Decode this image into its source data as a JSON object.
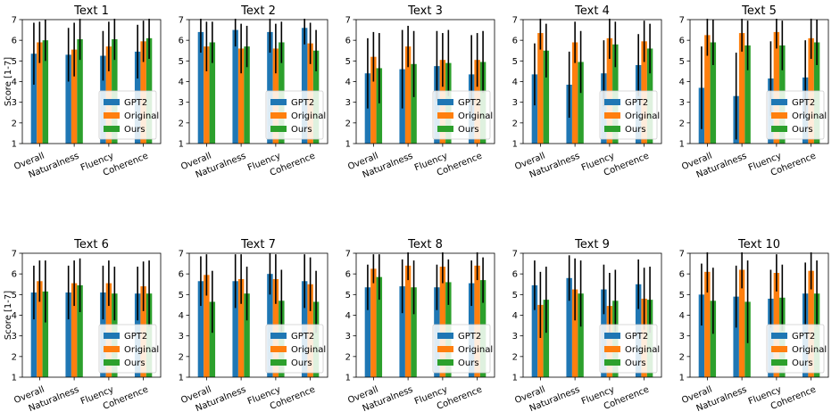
{
  "colors": {
    "GPT2": "#1f77b4",
    "Original": "#ff7f0e",
    "Ours": "#2ca02c",
    "error_bar": "#000000"
  },
  "figure": {
    "ylabel": "Score [1-7]",
    "legend_labels": [
      "GPT2",
      "Original",
      "Ours"
    ],
    "legend_position": "lower-right"
  },
  "chart_data": [
    {
      "type": "bar",
      "title": "Text 1",
      "categories": [
        "Overall",
        "Naturalness",
        "Fluency",
        "Coherence"
      ],
      "ylim": [
        1,
        7
      ],
      "yticks": [
        1,
        2,
        3,
        4,
        5,
        6,
        7
      ],
      "ylabel": "Score [1-7]",
      "series": [
        {
          "name": "GPT2",
          "values": [
            5.35,
            5.3,
            5.25,
            5.45
          ],
          "errors": [
            1.5,
            1.3,
            1.2,
            1.3
          ]
        },
        {
          "name": "Original",
          "values": [
            5.9,
            5.55,
            5.7,
            5.95
          ],
          "errors": [
            1.0,
            1.3,
            1.2,
            1.0
          ]
        },
        {
          "name": "Ours",
          "values": [
            6.0,
            6.05,
            6.05,
            6.1
          ],
          "errors": [
            1.0,
            1.0,
            1.0,
            1.0
          ]
        }
      ]
    },
    {
      "type": "bar",
      "title": "Text 2",
      "categories": [
        "Overall",
        "Naturalness",
        "Fluency",
        "Coherence"
      ],
      "ylim": [
        1,
        7
      ],
      "yticks": [
        1,
        2,
        3,
        4,
        5,
        6,
        7
      ],
      "series": [
        {
          "name": "GPT2",
          "values": [
            6.4,
            6.5,
            6.4,
            6.6
          ],
          "errors": [
            1.0,
            0.8,
            1.0,
            0.8
          ]
        },
        {
          "name": "Original",
          "values": [
            5.7,
            5.6,
            5.6,
            5.85
          ],
          "errors": [
            1.2,
            1.2,
            1.2,
            1.0
          ]
        },
        {
          "name": "Ours",
          "values": [
            5.9,
            5.7,
            5.9,
            5.5
          ],
          "errors": [
            1.0,
            1.0,
            1.0,
            1.0
          ]
        }
      ]
    },
    {
      "type": "bar",
      "title": "Text 3",
      "categories": [
        "Overall",
        "Naturalness",
        "Fluency",
        "Coherence"
      ],
      "ylim": [
        1,
        7
      ],
      "yticks": [
        1,
        2,
        3,
        4,
        5,
        6,
        7
      ],
      "series": [
        {
          "name": "GPT2",
          "values": [
            4.4,
            4.6,
            4.75,
            4.35
          ],
          "errors": [
            1.7,
            1.9,
            1.7,
            1.9
          ]
        },
        {
          "name": "Original",
          "values": [
            5.2,
            5.7,
            5.05,
            5.05
          ],
          "errors": [
            1.2,
            1.0,
            1.3,
            1.3
          ]
        },
        {
          "name": "Ours",
          "values": [
            4.65,
            4.85,
            4.9,
            4.95
          ],
          "errors": [
            1.7,
            1.6,
            1.6,
            1.5
          ]
        }
      ]
    },
    {
      "type": "bar",
      "title": "Text 4",
      "categories": [
        "Overall",
        "Naturalness",
        "Fluency",
        "Coherence"
      ],
      "ylim": [
        1,
        7
      ],
      "yticks": [
        1,
        2,
        3,
        4,
        5,
        6,
        7
      ],
      "series": [
        {
          "name": "GPT2",
          "values": [
            4.35,
            3.85,
            4.4,
            4.8
          ],
          "errors": [
            1.5,
            1.6,
            1.6,
            1.5
          ]
        },
        {
          "name": "Original",
          "values": [
            6.35,
            5.9,
            6.1,
            5.95
          ],
          "errors": [
            0.8,
            1.0,
            1.0,
            1.0
          ]
        },
        {
          "name": "Ours",
          "values": [
            5.5,
            4.95,
            5.8,
            5.6
          ],
          "errors": [
            1.3,
            1.5,
            1.1,
            1.2
          ]
        }
      ]
    },
    {
      "type": "bar",
      "title": "Text 5",
      "categories": [
        "Overall",
        "Naturalness",
        "Fluency",
        "Coherence"
      ],
      "ylim": [
        1,
        7
      ],
      "yticks": [
        1,
        2,
        3,
        4,
        5,
        6,
        7
      ],
      "series": [
        {
          "name": "GPT2",
          "values": [
            3.7,
            3.3,
            4.15,
            4.2
          ],
          "errors": [
            2.0,
            2.1,
            1.8,
            1.8
          ]
        },
        {
          "name": "Original",
          "values": [
            6.25,
            6.35,
            6.4,
            6.1
          ],
          "errors": [
            1.0,
            0.9,
            0.8,
            1.0
          ]
        },
        {
          "name": "Ours",
          "values": [
            5.9,
            5.75,
            5.75,
            5.9
          ],
          "errors": [
            1.1,
            1.2,
            1.2,
            1.1
          ]
        }
      ]
    },
    {
      "type": "bar",
      "title": "Text 6",
      "categories": [
        "Overall",
        "Naturalness",
        "Fluency",
        "Coherence"
      ],
      "ylim": [
        1,
        7
      ],
      "yticks": [
        1,
        2,
        3,
        4,
        5,
        6,
        7
      ],
      "ylabel": "Score [1-7]",
      "series": [
        {
          "name": "GPT2",
          "values": [
            5.1,
            5.1,
            5.1,
            5.05
          ],
          "errors": [
            1.3,
            1.3,
            1.3,
            1.3
          ]
        },
        {
          "name": "Original",
          "values": [
            5.65,
            5.55,
            5.55,
            5.4
          ],
          "errors": [
            1.0,
            1.1,
            1.1,
            1.2
          ]
        },
        {
          "name": "Ours",
          "values": [
            5.15,
            5.45,
            5.05,
            5.05
          ],
          "errors": [
            1.5,
            1.3,
            1.3,
            1.6
          ]
        }
      ]
    },
    {
      "type": "bar",
      "title": "Text 7",
      "categories": [
        "Overall",
        "Naturalness",
        "Fluency",
        "Coherence"
      ],
      "ylim": [
        1,
        7
      ],
      "yticks": [
        1,
        2,
        3,
        4,
        5,
        6,
        7
      ],
      "series": [
        {
          "name": "GPT2",
          "values": [
            5.65,
            5.65,
            6.0,
            5.65
          ],
          "errors": [
            1.2,
            1.3,
            1.0,
            1.3
          ]
        },
        {
          "name": "Original",
          "values": [
            5.95,
            5.75,
            5.75,
            5.5
          ],
          "errors": [
            1.0,
            1.2,
            1.2,
            1.3
          ]
        },
        {
          "name": "Ours",
          "values": [
            4.65,
            5.05,
            4.7,
            4.65
          ],
          "errors": [
            1.5,
            1.3,
            1.5,
            1.5
          ]
        }
      ]
    },
    {
      "type": "bar",
      "title": "Text 8",
      "categories": [
        "Overall",
        "Naturalness",
        "Fluency",
        "Coherence"
      ],
      "ylim": [
        1,
        7
      ],
      "yticks": [
        1,
        2,
        3,
        4,
        5,
        6,
        7
      ],
      "series": [
        {
          "name": "GPT2",
          "values": [
            5.35,
            5.4,
            5.35,
            5.55
          ],
          "errors": [
            1.1,
            1.3,
            1.1,
            1.1
          ]
        },
        {
          "name": "Original",
          "values": [
            6.25,
            6.4,
            6.35,
            6.4
          ],
          "errors": [
            0.7,
            0.7,
            0.8,
            0.7
          ]
        },
        {
          "name": "Ours",
          "values": [
            5.85,
            5.35,
            5.6,
            5.7
          ],
          "errors": [
            1.1,
            1.3,
            1.1,
            1.1
          ]
        }
      ]
    },
    {
      "type": "bar",
      "title": "Text 9",
      "categories": [
        "Overall",
        "Naturalness",
        "Fluency",
        "Coherence"
      ],
      "ylim": [
        1,
        7
      ],
      "yticks": [
        1,
        2,
        3,
        4,
        5,
        6,
        7
      ],
      "series": [
        {
          "name": "GPT2",
          "values": [
            5.45,
            5.8,
            5.25,
            5.5
          ],
          "errors": [
            1.2,
            1.1,
            1.2,
            1.2
          ]
        },
        {
          "name": "Original",
          "values": [
            4.5,
            5.25,
            4.45,
            4.8
          ],
          "errors": [
            1.6,
            1.5,
            1.6,
            1.5
          ]
        },
        {
          "name": "Ours",
          "values": [
            4.75,
            5.05,
            4.7,
            4.75
          ],
          "errors": [
            1.6,
            1.6,
            1.5,
            1.6
          ]
        }
      ]
    },
    {
      "type": "bar",
      "title": "Text 10",
      "categories": [
        "Overall",
        "Naturalness",
        "Fluency",
        "Coherence"
      ],
      "ylim": [
        1,
        7
      ],
      "yticks": [
        1,
        2,
        3,
        4,
        5,
        6,
        7
      ],
      "series": [
        {
          "name": "GPT2",
          "values": [
            5.0,
            4.9,
            4.8,
            5.05
          ],
          "errors": [
            1.5,
            1.5,
            1.4,
            1.5
          ]
        },
        {
          "name": "Original",
          "values": [
            6.1,
            6.2,
            6.05,
            6.15
          ],
          "errors": [
            1.0,
            0.9,
            0.9,
            0.9
          ]
        },
        {
          "name": "Ours",
          "values": [
            4.7,
            4.65,
            4.85,
            5.05
          ],
          "errors": [
            1.6,
            2.0,
            1.6,
            1.6
          ]
        }
      ]
    }
  ]
}
